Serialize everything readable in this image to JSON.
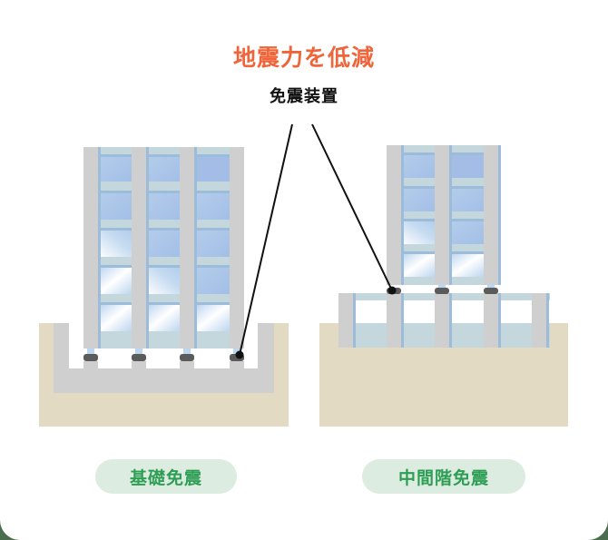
{
  "header": {
    "title": "地震力を低減",
    "subtitle": "免震装置"
  },
  "labels": {
    "left": "基礎免震",
    "right": "中間階免震"
  },
  "colors": {
    "title": "#f0643a",
    "label_text": "#2e9e55",
    "label_bg": "#dcece0",
    "ground": "#e2dac2",
    "concrete": "#cfcfcf",
    "glass": "#a9c6ea",
    "frame_band": "#c3d7dd",
    "isolator": "#5b5b5b",
    "outer_bg": "#4a6e4e"
  }
}
